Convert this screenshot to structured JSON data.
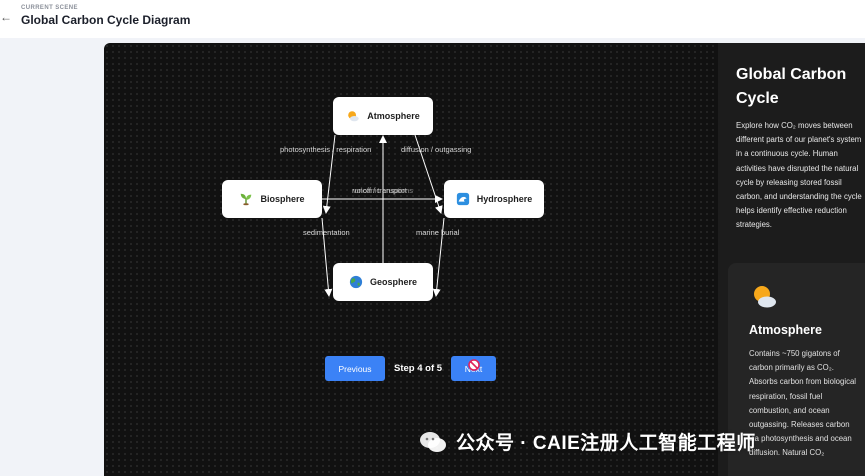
{
  "header": {
    "scene_label": "CURRENT SCENE",
    "title": "Global Carbon Cycle Diagram"
  },
  "diagram": {
    "nodes": [
      {
        "id": "atmosphere",
        "label": "Atmosphere",
        "icon": "sun-cloud-icon"
      },
      {
        "id": "biosphere",
        "label": "Biosphere",
        "icon": "seedling-icon"
      },
      {
        "id": "hydrosphere",
        "label": "Hydrosphere",
        "icon": "wave-icon"
      },
      {
        "id": "geosphere",
        "label": "Geosphere",
        "icon": "globe-icon"
      }
    ],
    "edge_labels": {
      "bio_atm": "photosynthesis / respiration",
      "hyd_atm": "diffusion / outgassing",
      "bio_hyd_a": "runoff / transport",
      "bio_hyd_b": "volcanic eruptions",
      "bio_geo": "sedimentation",
      "hyd_geo": "marine burial"
    }
  },
  "controls": {
    "previous_label": "Previous",
    "step_text": "Step 4 of 5",
    "next_label": "Next"
  },
  "panel": {
    "title": "Global Carbon Cycle",
    "description": "Explore how CO₂ moves between different parts of our planet's system in a continuous cycle. Human activities have disrupted the natural cycle by releasing stored fossil carbon, and understanding the cycle helps identify effective reduction strategies.",
    "card": {
      "title": "Atmosphere",
      "description": "Contains ~750 gigatons of carbon primarily as CO₂. Absorbs carbon from biological respiration, fossil fuel combustion, and ocean outgassing. Releases carbon via photosynthesis and ocean diffusion. Natural CO₂"
    }
  },
  "watermark": {
    "text": "公众号 · CAIE注册人工智能工程师"
  },
  "colors": {
    "accent": "#3b82f6",
    "stage_bg": "#111111",
    "panel_bg": "#1c1c1c"
  }
}
